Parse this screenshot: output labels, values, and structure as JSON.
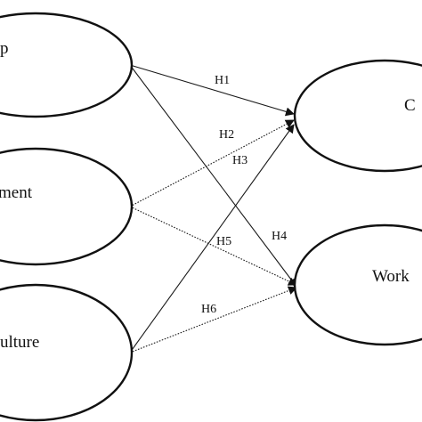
{
  "diagram": {
    "nodes": {
      "left_top": {
        "label": "p"
      },
      "left_middle": {
        "label": "ment"
      },
      "left_bottom": {
        "label": "ulture"
      },
      "right_top": {
        "label": "C"
      },
      "right_bottom": {
        "label": "Work"
      }
    },
    "edges": [
      {
        "id": "H1",
        "label": "H1",
        "from": "left_top",
        "to": "right_top",
        "style": "solid"
      },
      {
        "id": "H2",
        "label": "H2",
        "from": "left_middle",
        "to": "right_top",
        "style": "dotted"
      },
      {
        "id": "H3",
        "label": "H3",
        "from": "left_bottom",
        "to": "right_top",
        "style": "solid"
      },
      {
        "id": "H4",
        "label": "H4",
        "from": "left_top",
        "to": "right_bottom",
        "style": "solid"
      },
      {
        "id": "H5",
        "label": "H5",
        "from": "left_middle",
        "to": "right_bottom",
        "style": "dotted"
      },
      {
        "id": "H6",
        "label": "H6",
        "from": "left_bottom",
        "to": "right_bottom",
        "style": "dotted"
      }
    ]
  }
}
